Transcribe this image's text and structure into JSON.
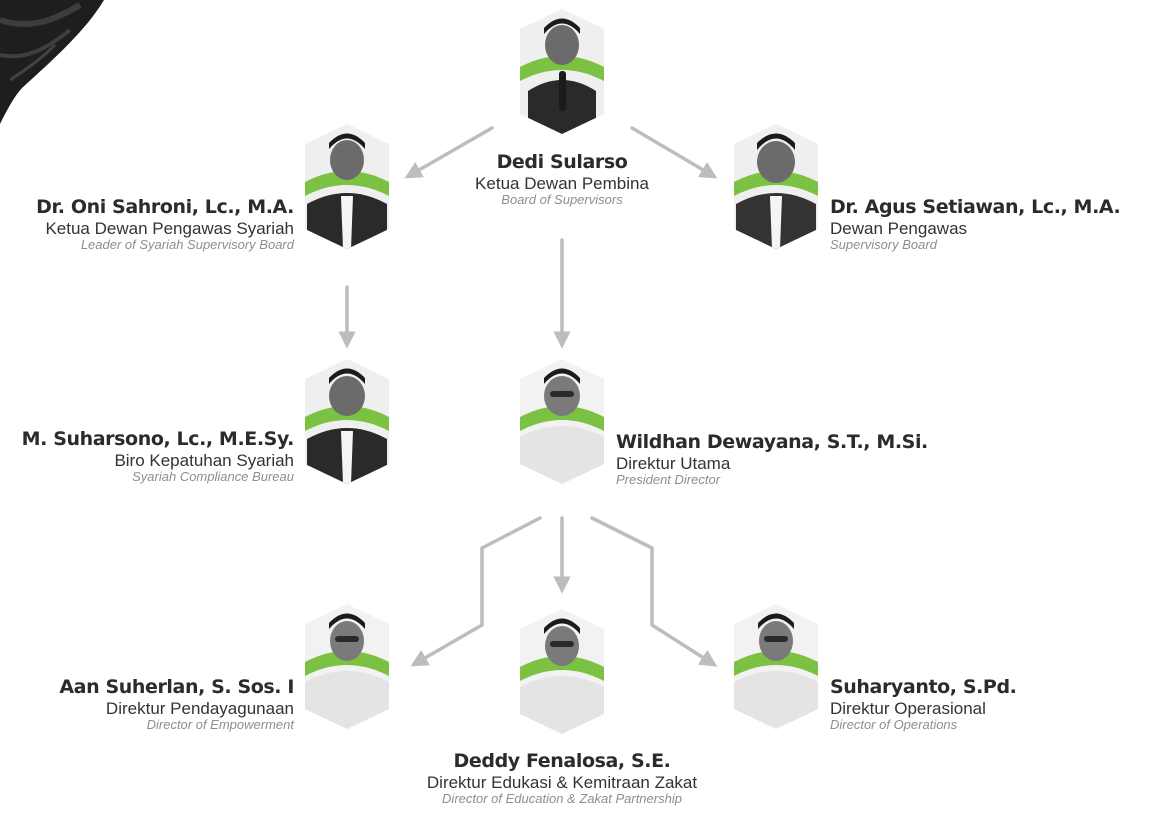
{
  "theme": {
    "accent": "#7cc242",
    "arrow": "#bdbdbd",
    "photo_dark": "#2a2a2a",
    "photo_light": "#e6e6e6"
  },
  "people": {
    "dedi": {
      "name": "Dedi Sularso",
      "role": "Ketua Dewan Pembina",
      "role_en": "Board of Supervisors",
      "icon": "person-photo-dark-suit"
    },
    "oni": {
      "name": "Dr. Oni Sahroni, Lc., M.A.",
      "role": "Ketua Dewan Pengawas Syariah",
      "role_en": "Leader of Syariah Supervisory Board",
      "icon": "person-photo-dark-suit"
    },
    "agus": {
      "name": "Dr. Agus Setiawan, Lc., M.A.",
      "role": "Dewan Pengawas",
      "role_en": "Supervisory Board",
      "icon": "person-photo-dark-suit"
    },
    "suharsono": {
      "name": "M. Suharsono, Lc., M.E.Sy.",
      "role": "Biro Kepatuhan Syariah",
      "role_en": "Syariah Compliance Bureau",
      "icon": "person-photo-dark-suit"
    },
    "wildhan": {
      "name": "Wildhan Dewayana, S.T., M.Si.",
      "role": "Direktur Utama",
      "role_en": "President Director",
      "icon": "person-photo-white-koko"
    },
    "aan": {
      "name": "Aan Suherlan, S. Sos. I",
      "role": "Direktur Pendayagunaan",
      "role_en": "Director of Empowerment",
      "icon": "person-photo-white-koko"
    },
    "deddy": {
      "name": "Deddy Fenalosa, S.E.",
      "role": "Direktur Edukasi & Kemitraan Zakat",
      "role_en": "Director of Education & Zakat Partnership",
      "icon": "person-photo-white-koko"
    },
    "suharyanto": {
      "name": "Suharyanto, S.Pd.",
      "role": "Direktur Operasional",
      "role_en": "Director of Operations",
      "icon": "person-photo-white-koko"
    }
  }
}
